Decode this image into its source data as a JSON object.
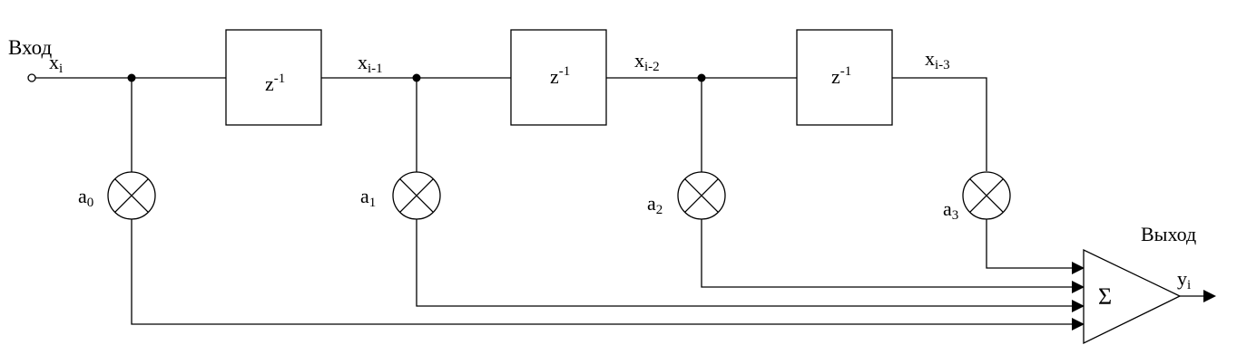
{
  "diagram": {
    "input_label": "Вход",
    "output_label": "Выход",
    "input_signal": {
      "base": "x",
      "sub": "i"
    },
    "delay_label": {
      "base": "z",
      "sup": "-1"
    },
    "tap_signals": [
      {
        "base": "x",
        "sub": "i-1"
      },
      {
        "base": "x",
        "sub": "i-2"
      },
      {
        "base": "x",
        "sub": "i-3"
      }
    ],
    "coefficients": [
      {
        "base": "a",
        "sub": "0"
      },
      {
        "base": "a",
        "sub": "1"
      },
      {
        "base": "a",
        "sub": "2"
      },
      {
        "base": "a",
        "sub": "3"
      }
    ],
    "sum_symbol": "Σ",
    "output_signal": {
      "base": "y",
      "sub": "i"
    }
  }
}
